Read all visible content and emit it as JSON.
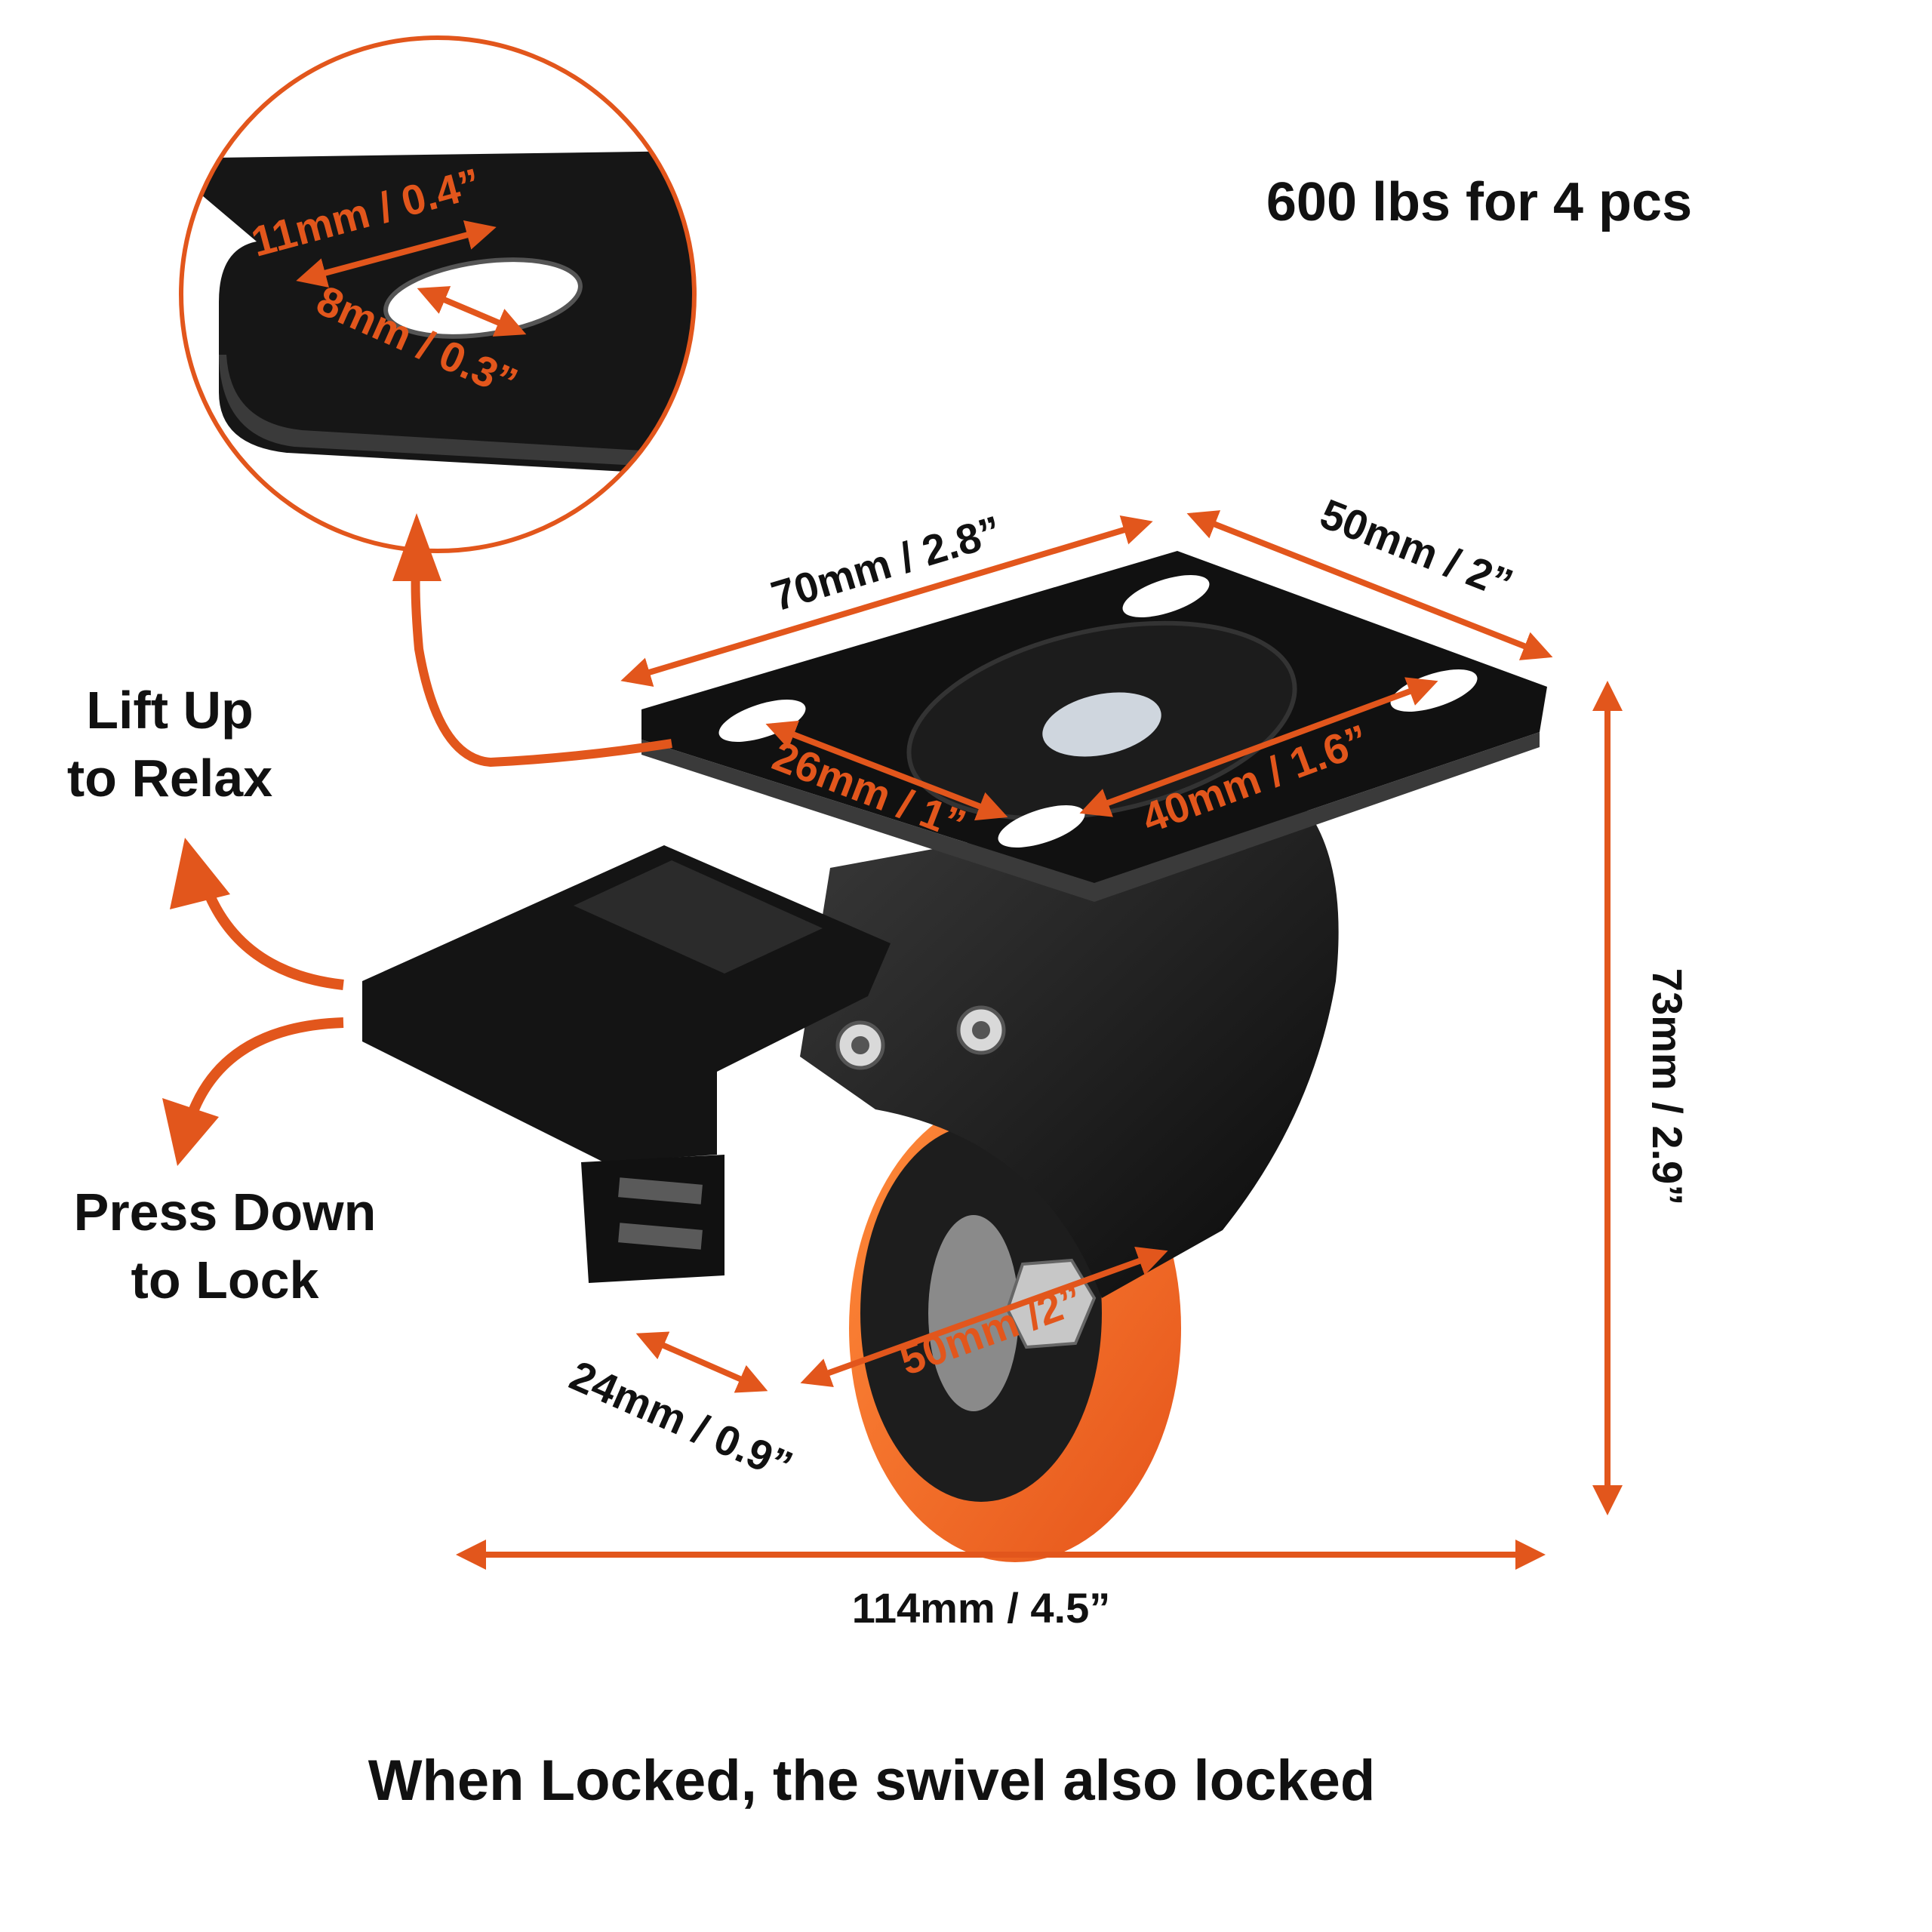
{
  "headline": "600 lbs for 4 pcs",
  "footer": "When Locked, the swivel also locked",
  "brake": {
    "lift_line1": "Lift Up",
    "lift_line2": "to Relax",
    "press_line1": "Press Down",
    "press_line2": "to Lock"
  },
  "dimensions": {
    "plate_length": "70mm / 2.8”",
    "plate_width": "50mm / 2”",
    "bolt_spacing_short": "26mm / 1”",
    "bolt_spacing_long": "40mm / 1.6”",
    "total_height": "73mm / 2.9”",
    "total_length": "114mm / 4.5”",
    "wheel_width": "24mm / 0.9”",
    "wheel_diameter": "50mm /2”",
    "slot_length": "11mm / 0.4”",
    "slot_width": "8mm / 0.3”"
  },
  "colors": {
    "accent": "#e2561c",
    "wheel": "#f36a21",
    "metal": "#111111",
    "text": "#111111"
  }
}
